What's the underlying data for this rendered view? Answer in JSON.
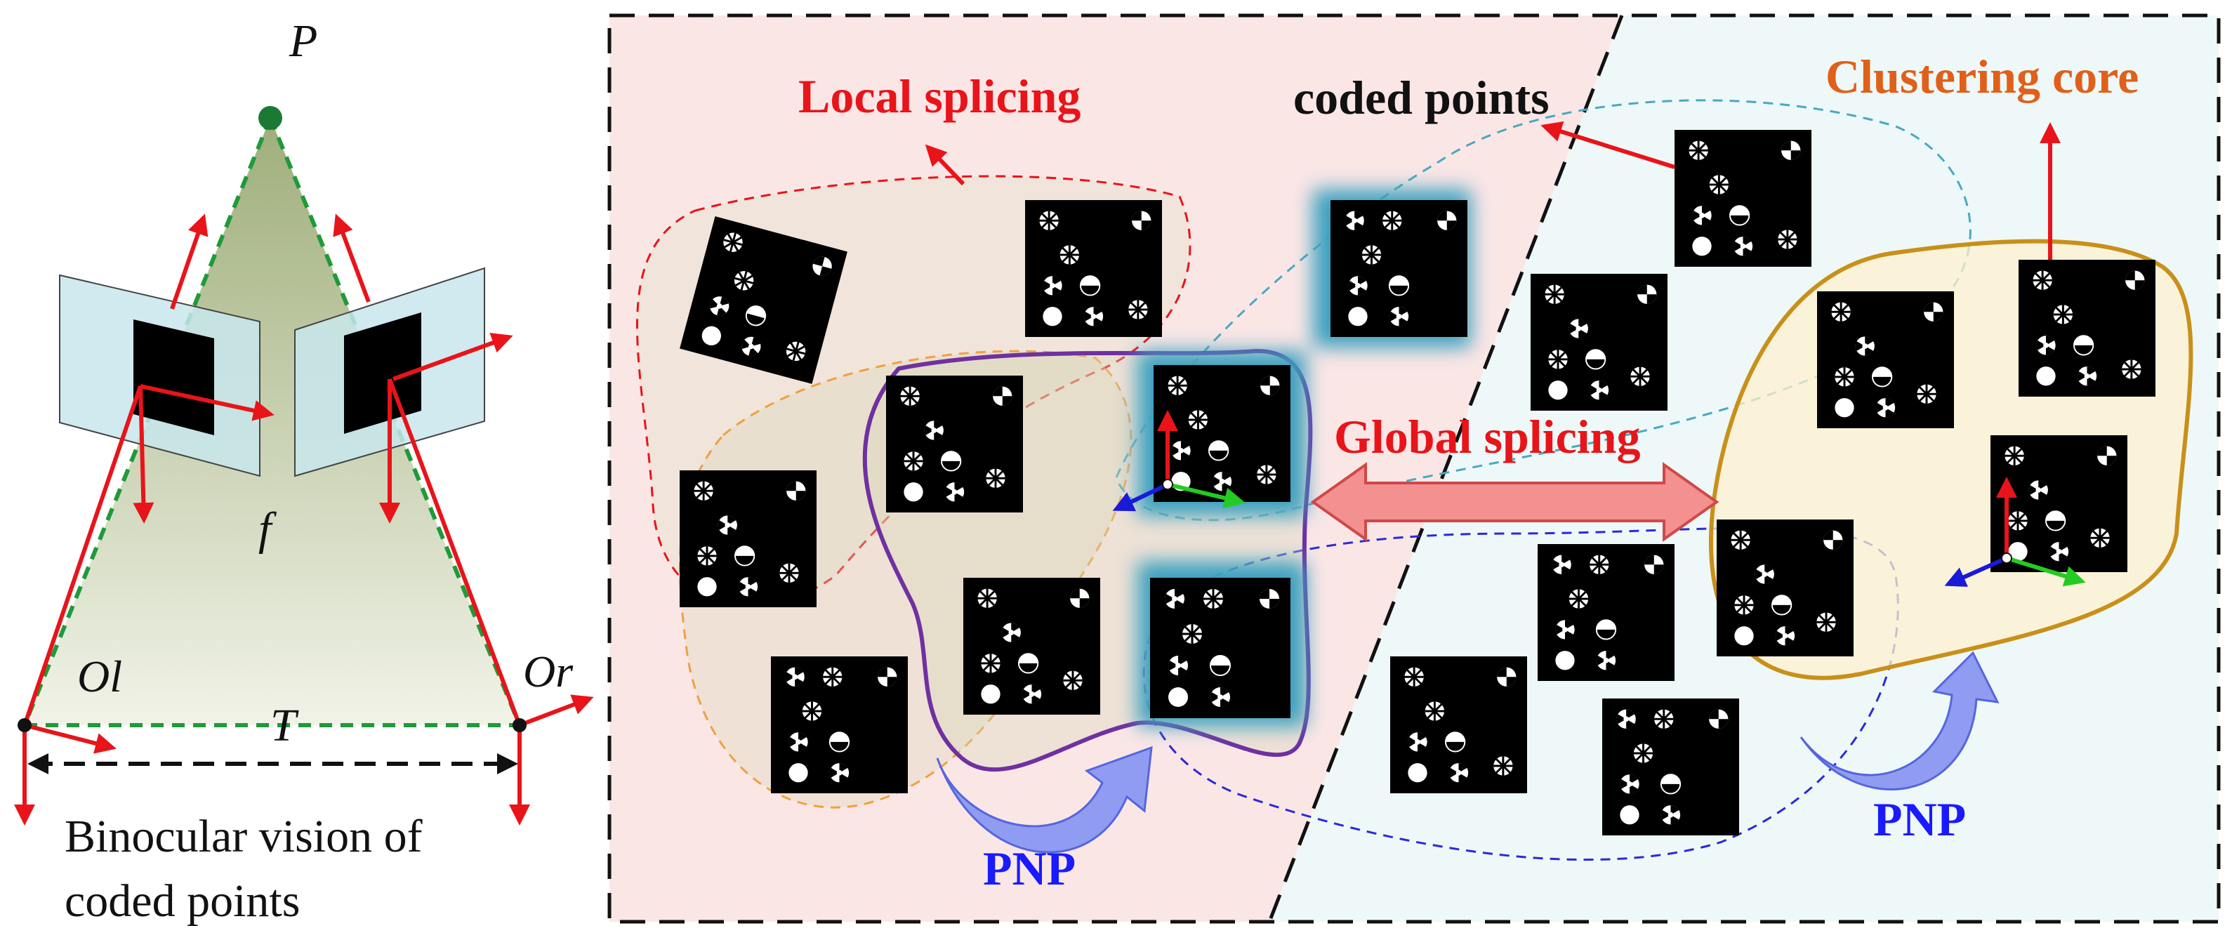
{
  "labels": {
    "p": "P",
    "f": "f",
    "ol": "Ol",
    "or": "Or",
    "t": "T",
    "caption_line1": "Binocular vision of",
    "caption_line2": "coded points",
    "local_splicing": "Local splicing",
    "coded_points": "coded points",
    "clustering_core": "Clustering core",
    "global_splicing": "Global splicing",
    "pnp_left": "PNP",
    "pnp_right": "PNP"
  },
  "colors": {
    "red": "#e8141a",
    "green_dash": "#1f9a3a",
    "blue_label": "#1a1aff",
    "orange_label": "#e0601a",
    "purple": "#7030a0",
    "gold": "#c8901a",
    "teal": "#4aa8c0",
    "pnp_arrow": "#7f8ff0",
    "pink_bg": "#fbe6e6",
    "cyan_bg": "#eef8f8",
    "global_arrow": "#f39090"
  }
}
